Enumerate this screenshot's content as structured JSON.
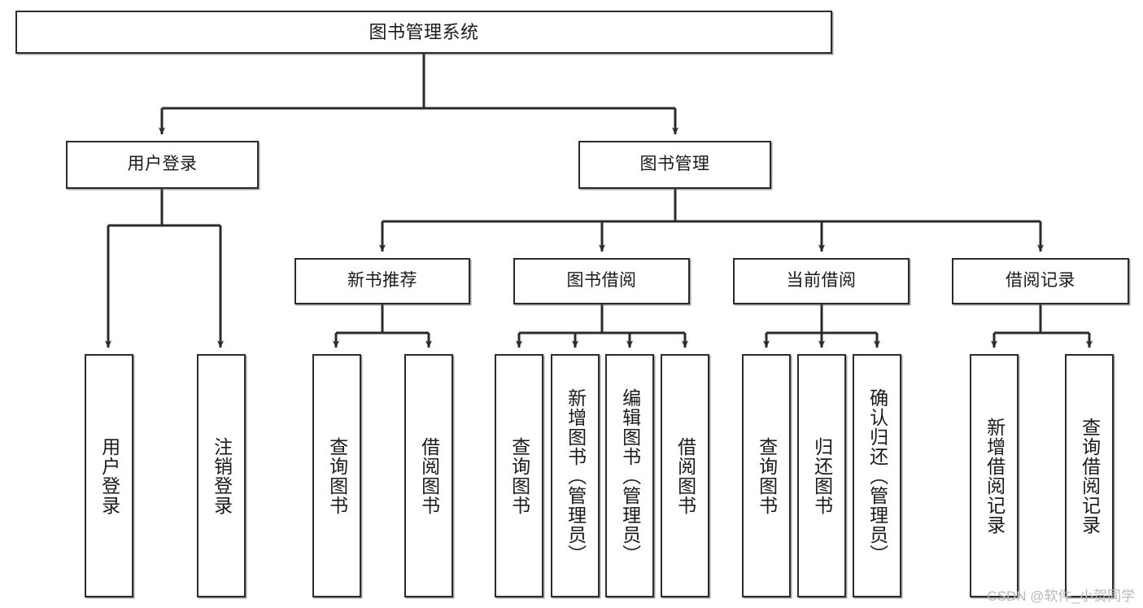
{
  "diagram": {
    "title": "图书管理系统",
    "type": "tree-hierarchy",
    "line_color": "#2b2b2b",
    "box_fill": "#ffffff",
    "text_color": "#1a1a1a",
    "root": {
      "label": "图书管理系统"
    },
    "level2": [
      {
        "label": "用户登录"
      },
      {
        "label": "图书管理"
      }
    ],
    "level3": [
      {
        "label": "新书推荐"
      },
      {
        "label": "图书借阅"
      },
      {
        "label": "当前借阅"
      },
      {
        "label": "借阅记录"
      }
    ],
    "leaves": {
      "user_login": [
        {
          "label": "用户登录"
        },
        {
          "label": "注销登录"
        }
      ],
      "new_book_recommend": [
        {
          "label": "查询图书"
        },
        {
          "label": "借阅图书"
        }
      ],
      "book_borrow": [
        {
          "label": "查询图书"
        },
        {
          "label": "新增图书（管理员）"
        },
        {
          "label": "编辑图书（管理员）"
        },
        {
          "label": "借阅图书"
        }
      ],
      "current_borrow": [
        {
          "label": "查询图书"
        },
        {
          "label": "归还图书"
        },
        {
          "label": "确认归还（管理员）"
        }
      ],
      "borrow_record": [
        {
          "label": "新增借阅记录"
        },
        {
          "label": "查询借阅记录"
        }
      ]
    }
  },
  "watermark": {
    "text": "CSDN @软件_小贺同学",
    "color": "#b9b9b9"
  }
}
